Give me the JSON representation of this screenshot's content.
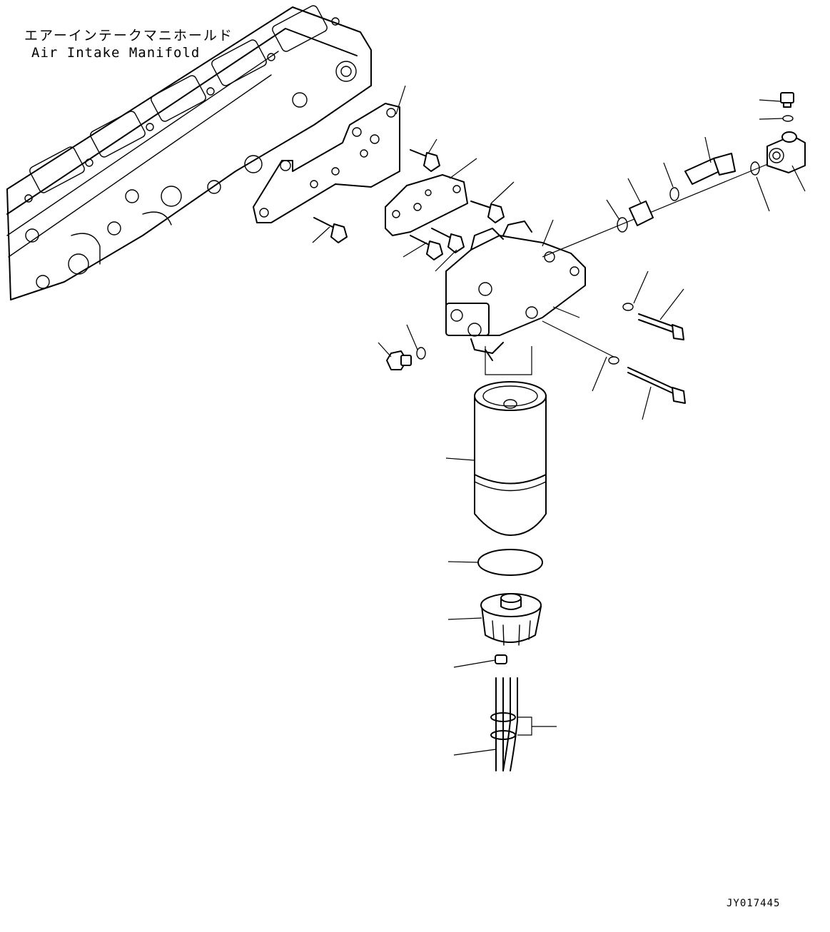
{
  "drawing": {
    "title_jp": "エアーインテークマニホールド",
    "title_en": "Air Intake Manifold",
    "drawing_code": "JY017445"
  }
}
